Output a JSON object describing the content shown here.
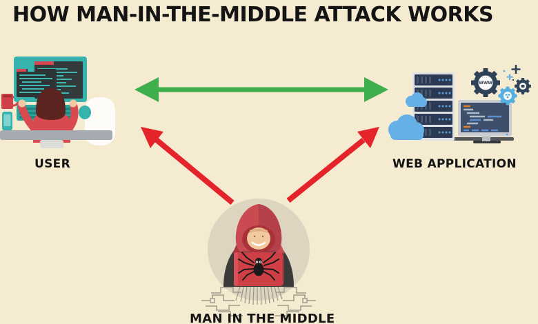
{
  "title": "HOW MAN-IN-THE-MIDDLE ATTACK WORKS",
  "entities": {
    "user": {
      "label": "USER",
      "icon": "person-at-computer-icon"
    },
    "web_application": {
      "label": "WEB APPLICATION",
      "icon": "server-stack-icon",
      "gear_text": "WWW"
    },
    "man_in_the_middle": {
      "label": "MAN IN THE MIDDLE",
      "icon": "hooded-hacker-spider-laptop-icon"
    }
  },
  "connections": [
    {
      "id": "user-webapp",
      "from": "user",
      "to": "web_application",
      "style": "bidirectional-arrow",
      "color": "#3fae4d"
    },
    {
      "id": "mitm-user",
      "from": "man_in_the_middle",
      "to": "user",
      "style": "arrow",
      "color": "#e4232b"
    },
    {
      "id": "mitm-webapp",
      "from": "man_in_the_middle",
      "to": "web_application",
      "style": "arrow",
      "color": "#e4232b"
    }
  ],
  "colors": {
    "background": "#f5ebd1",
    "text": "#141414",
    "arrow_green": "#3fae4d",
    "arrow_red": "#e4232b",
    "teal": "#36b3ac",
    "server_navy": "#2b3a52",
    "cloud_blue": "#66b0e8",
    "hacker_circle": "#ddd5c0",
    "hood_red": "#c94a51",
    "laptop_red": "#cf3f46",
    "hoodie_dark": "#3b3a3a"
  }
}
